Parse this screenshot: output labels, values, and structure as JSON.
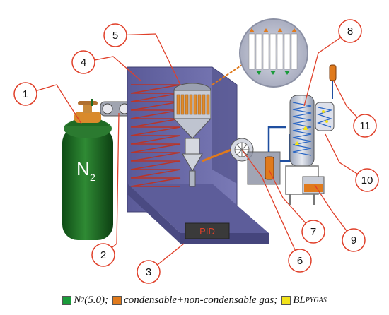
{
  "callouts": [
    "1",
    "2",
    "3",
    "4",
    "5",
    "6",
    "7",
    "8",
    "9",
    "10",
    "11"
  ],
  "labels": {
    "cylinder": "N",
    "cylinder_sub": "2",
    "display": "PID"
  },
  "legend": [
    {
      "text": "N",
      "sub": "2",
      "rest": " (5.0);",
      "color": "#1a9b3a"
    },
    {
      "text": "condensable+non-condensable gas;",
      "color": "#e07a1c"
    },
    {
      "text": "BL",
      "sub": "PYGAS",
      "color": "#f2e21a"
    }
  ],
  "colors": {
    "callout": "#e0402a",
    "cabinet": "#6b6ba8",
    "nitrogen": "#1e6b22",
    "heater": "#c0392b"
  }
}
